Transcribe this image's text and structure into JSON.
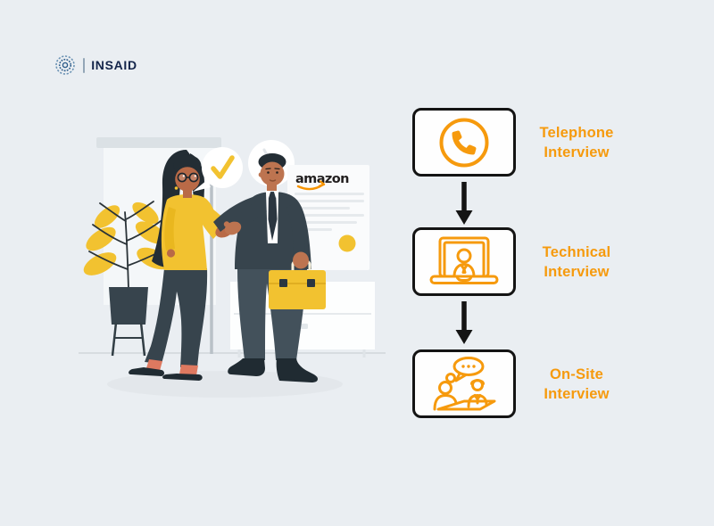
{
  "colors": {
    "background": "#EAEEF2",
    "accent_orange": "#F69A0D",
    "amazon_smile_orange": "#F79400",
    "illustration_yellow": "#F2C230",
    "yellow_shade": "#E9B71F",
    "dark_slate": "#37444D",
    "slate_pants": "#43515B",
    "skin_woman": "#B96A47",
    "skin_man": "#BD7450",
    "hair": "#232D34",
    "salmon": "#DE7960",
    "shoe_dark": "#202B32",
    "tie": "#2B3640",
    "arrow_black": "#141414",
    "logo_navy": "#13244A"
  },
  "logo": {
    "text": "INSAID",
    "emblem_icon": "insaid-emblem-icon"
  },
  "illustration": {
    "amazon_logo_text": "amazon",
    "icons": [
      "approval-check-speech-bubble",
      "wall-clock",
      "amazon-resume-document",
      "potted-plant",
      "whiteboard",
      "cabinet",
      "yellow-briefcase",
      "handshake"
    ]
  },
  "flowchart": {
    "steps": [
      {
        "id": "telephone-interview",
        "icon": "phone-icon",
        "label": "Telephone\nInterview"
      },
      {
        "id": "technical-interview",
        "icon": "laptop-video-call-icon",
        "label": "Technical\nInterview"
      },
      {
        "id": "on-site-interview",
        "icon": "onsite-meeting-icon",
        "label": "On-Site\nInterview"
      }
    ]
  }
}
